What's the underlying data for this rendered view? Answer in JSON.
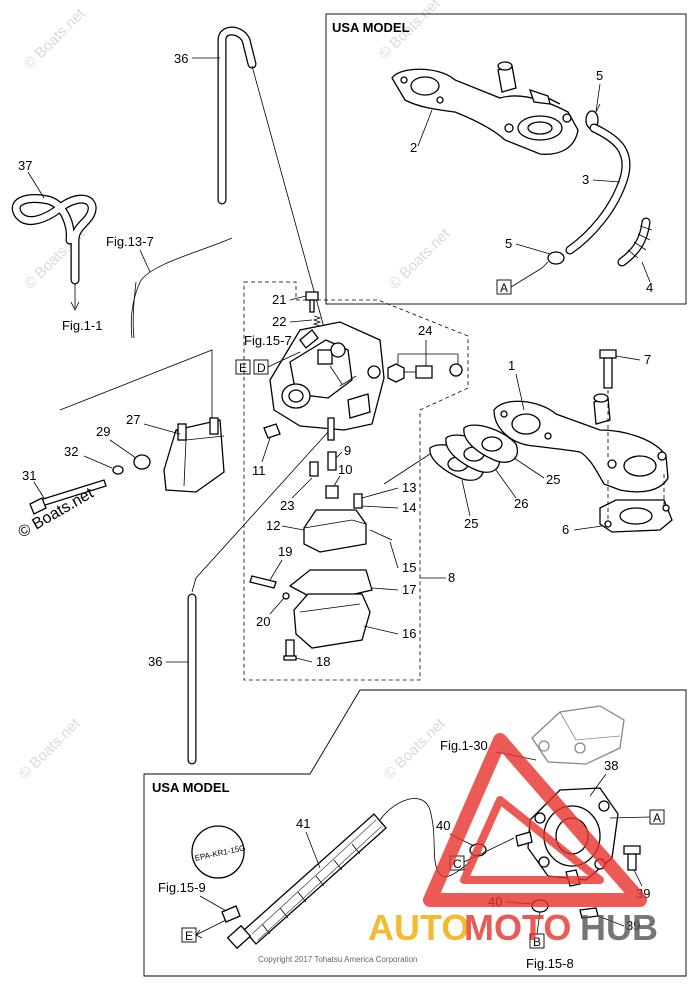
{
  "diagram": {
    "usa_model_top": "USA MODEL",
    "usa_model_bottom": "USA MODEL",
    "copyright": "Copyright 2017 Tohatsu America Corporation",
    "watermark": "© Boats.net",
    "brand": {
      "part1": "AUTO",
      "part2": "MOTO",
      "part3": "HUB",
      "color1": "#f2a900",
      "color2": "#e8312b",
      "color3": "#555555"
    },
    "pump_label": "EPA-KR1-15G",
    "boxed_letters": {
      "A_top": "A",
      "A_bottom": "A",
      "E_mid": "E",
      "E_bottom": "E",
      "D": "D",
      "C": "C",
      "B": "B"
    },
    "refs": {
      "fig13_7": "Fig.13-7",
      "fig1_1": "Fig.1-1",
      "fig15_7": "Fig.15-7",
      "fig1_30": "Fig.1-30",
      "fig15_9": "Fig.15-9",
      "fig15_8": "Fig.15-8"
    },
    "callouts": {
      "n1": "1",
      "n2": "2",
      "n3": "3",
      "n4": "4",
      "n5a": "5",
      "n5b": "5",
      "n6": "6",
      "n7": "7",
      "n8": "8",
      "n9": "9",
      "n10": "10",
      "n11": "11",
      "n12": "12",
      "n13": "13",
      "n14": "14",
      "n15": "15",
      "n16": "16",
      "n17": "17",
      "n18": "18",
      "n19": "19",
      "n20": "20",
      "n21": "21",
      "n22": "22",
      "n23": "23",
      "n24": "24",
      "n25a": "25",
      "n25b": "25",
      "n26": "26",
      "n27": "27",
      "n29": "29",
      "n31": "31",
      "n32": "32",
      "n36a": "36",
      "n36b": "36",
      "n37": "37",
      "n38": "38",
      "n39a": "39",
      "n39b": "39",
      "n40a": "40",
      "n40b": "40",
      "n41": "41"
    }
  }
}
